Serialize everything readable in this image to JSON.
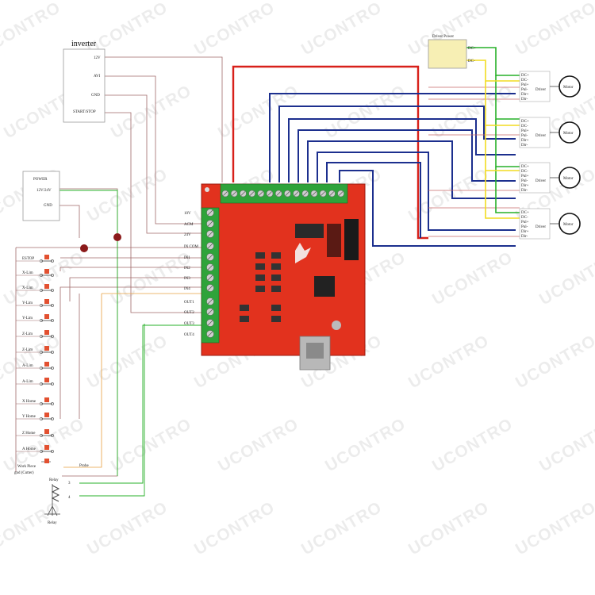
{
  "watermark": "UCONTRO",
  "inverter": {
    "title": "inverter",
    "pins": [
      "12V",
      "AVI",
      "GND",
      "START/STOP"
    ]
  },
  "power": {
    "title": "POWER",
    "pins": [
      "12V/24V",
      "GND"
    ]
  },
  "driver_power": {
    "title": "Driver Power",
    "pins": [
      "DC+",
      "DC-"
    ]
  },
  "board": {
    "left_terminals": [
      "10V",
      "ACM",
      "24V",
      "IN COM",
      "IN1",
      "IN2",
      "IN3",
      "IN4",
      "OUT1",
      "OUT2",
      "OUT3",
      "OUT4"
    ]
  },
  "switches": [
    {
      "label": "ESTOP"
    },
    {
      "label": "X-Lim"
    },
    {
      "label": "X-Lim"
    },
    {
      "label": "Y-Lim"
    },
    {
      "label": "Y-Lim"
    },
    {
      "label": "Z-Lim"
    },
    {
      "label": "Z-Lim"
    },
    {
      "label": "A-Lim"
    },
    {
      "label": "A-Lim"
    },
    {
      "label": "X Home"
    },
    {
      "label": "Y Home"
    },
    {
      "label": "Z Home"
    },
    {
      "label": "A Home"
    }
  ],
  "probe": {
    "line1": "Work Piece",
    "line2": "gnd (Cutter)",
    "wire_label": "Probe"
  },
  "relay": {
    "title": "Relay",
    "bottom": "Relay",
    "pins": [
      "3",
      "4"
    ]
  },
  "drivers": [
    {
      "label": "Driver",
      "motor": "Motor"
    },
    {
      "label": "Driver",
      "motor": "Motor"
    },
    {
      "label": "Driver",
      "motor": "Motor"
    },
    {
      "label": "Driver",
      "motor": "Motor"
    }
  ],
  "driver_pins": [
    "DC+",
    "DC-",
    "Pul+",
    "Pul-",
    "Dir+",
    "Dir-"
  ],
  "colors": {
    "board": "#e2321e",
    "terminal": "#2fa33a",
    "wire_red": "#d8201a",
    "wire_blue": "#1c2f8e",
    "wire_green": "#27b028",
    "wire_yellow": "#f2dc20",
    "wire_thin": "#a06a6a",
    "driver_power_box": "#f7efb4",
    "junction": "#8b1a1a"
  }
}
